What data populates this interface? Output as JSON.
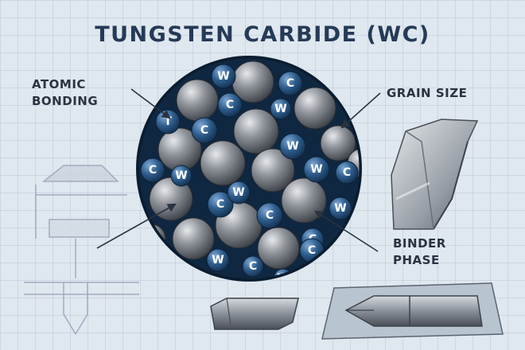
{
  "title": "TUNGSTEN CARBIDE (WC)",
  "labels": {
    "atomic_bonding": [
      "ATOMIC",
      "BONDING"
    ],
    "grain_size": "GRAIN SIZE",
    "binder_phase": [
      "BINDER",
      "PHASE"
    ]
  },
  "atom_letters": [
    "W",
    "C",
    "T",
    "C",
    "W",
    "C",
    "W",
    "C",
    "C",
    "W",
    "C",
    "W",
    "C",
    "W",
    "C",
    "C",
    "W",
    "C",
    "W",
    "C",
    "W",
    "W"
  ],
  "colors": {
    "background": "#dfe7ef",
    "title": "#253a56",
    "atom_blue": "#2f5e8e",
    "atom_gray": "#8a8e96",
    "cluster_bg": "#0f2740"
  }
}
